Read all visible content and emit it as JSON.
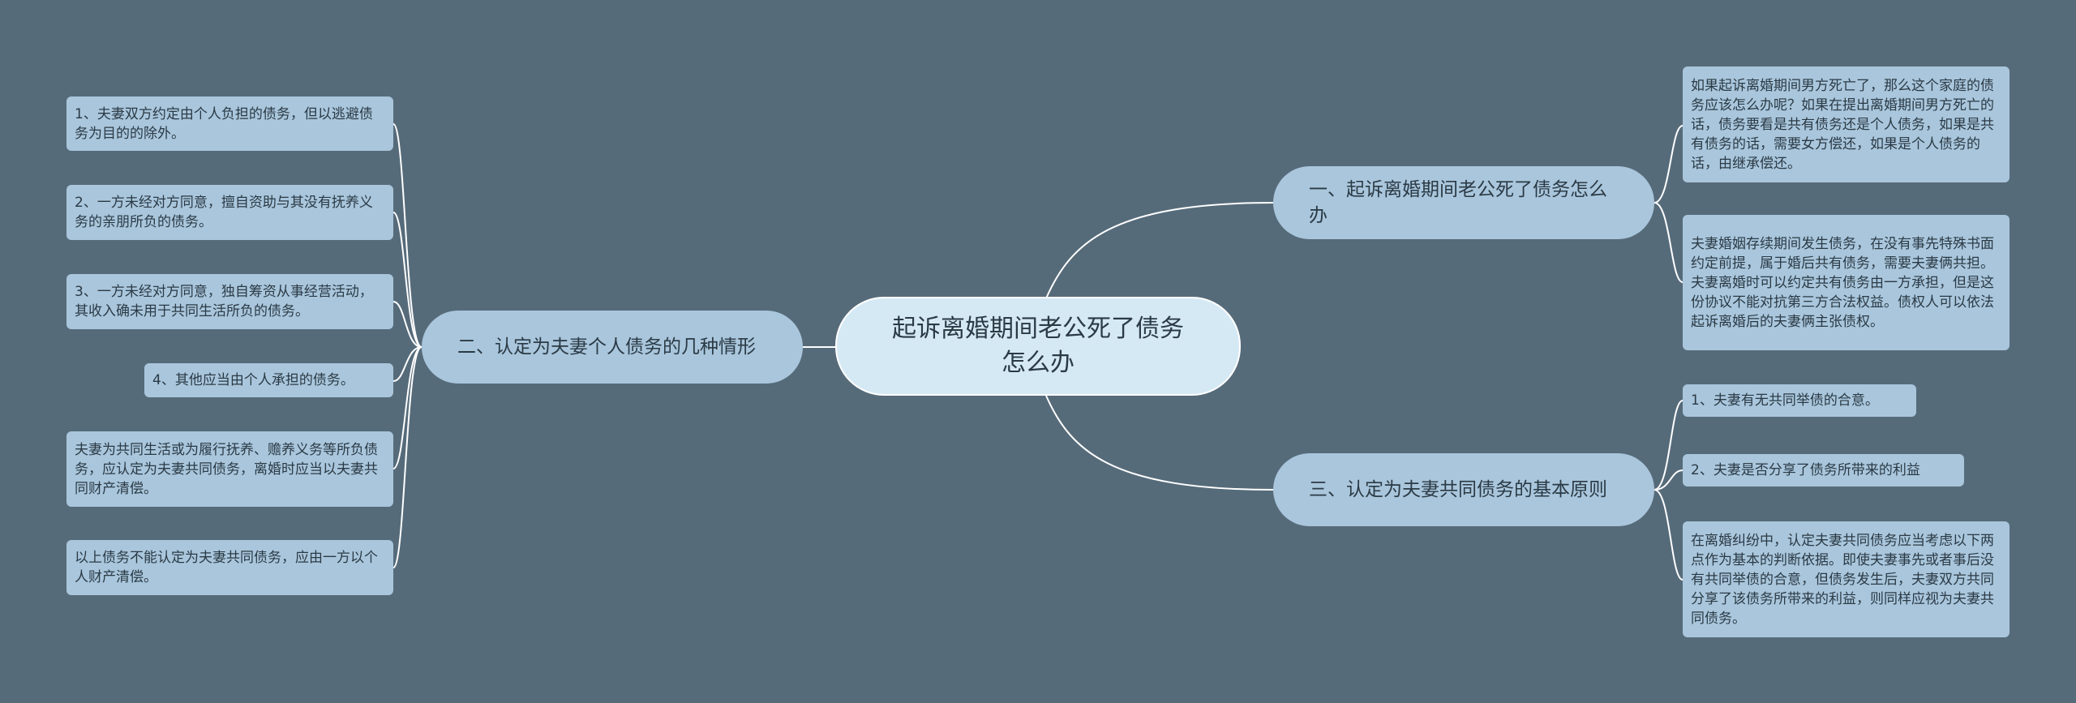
{
  "root": {
    "label": "起诉离婚期间老公死了债务怎么办"
  },
  "branches": {
    "b1": {
      "label": "一、起诉离婚期间老公死了债务怎么办"
    },
    "b2": {
      "label": "二、认定为夫妻个人债务的几种情形"
    },
    "b3": {
      "label": "三、认定为夫妻共同债务的基本原则"
    }
  },
  "leaves": {
    "b1": [
      "如果起诉离婚期间男方死亡了，那么这个家庭的债务应该怎么办呢？如果在提出离婚期间男方死亡的话，债务要看是共有债务还是个人债务，如果是共有债务的话，需要女方偿还，如果是个人债务的话，由继承偿还。",
      "夫妻婚姻存续期间发生债务，在没有事先特殊书面约定前提，属于婚后共有债务，需要夫妻俩共担。夫妻离婚时可以约定共有债务由一方承担，但是这份协议不能对抗第三方合法权益。债权人可以依法起诉离婚后的夫妻俩主张债权。"
    ],
    "b2": [
      "1、夫妻双方约定由个人负担的债务，但以逃避债务为目的的除外。",
      "2、一方未经对方同意，擅自资助与其没有抚养义务的亲朋所负的债务。",
      "3、一方未经对方同意，独自筹资从事经营活动，其收入确未用于共同生活所负的债务。",
      "4、其他应当由个人承担的债务。",
      "夫妻为共同生活或为履行抚养、赡养义务等所负债务，应认定为夫妻共同债务，离婚时应当以夫妻共同财产清偿。",
      "以上债务不能认定为夫妻共同债务，应由一方以个人财产清偿。"
    ],
    "b3": [
      "1、夫妻有无共同举债的合意。",
      "2、夫妻是否分享了债务所带来的利益",
      "在离婚纠纷中，认定夫妻共同债务应当考虑以下两点作为基本的判断依据。即使夫妻事先或者事后没有共同举债的合意，但债务发生后，夫妻双方共同分享了该债务所带来的利益，则同样应视为夫妻共同债务。"
    ]
  },
  "colors": {
    "background": "#566b7a",
    "connector": "#ffffff",
    "root_fill": "#d5e9f5",
    "node_fill": "#a9c6dc"
  }
}
